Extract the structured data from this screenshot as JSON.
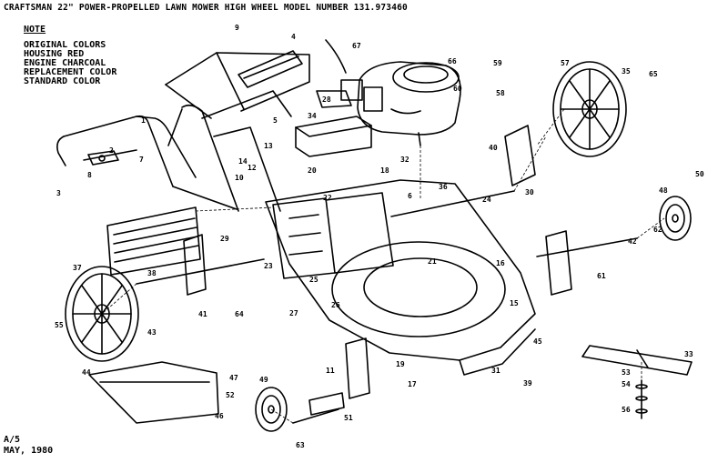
{
  "header": {
    "title": "CRAFTSMAN 22\" POWER-PROPELLED LAWN MOWER HIGH WHEEL MODEL NUMBER 131.973460"
  },
  "note": {
    "heading": "NOTE",
    "lines": [
      "ORIGINAL COLORS",
      "HOUSING RED",
      "ENGINE  CHARCOAL",
      "REPLACEMENT COLOR",
      "STANDARD COLOR"
    ]
  },
  "footer": {
    "line1": "A/5",
    "line2": "MAY, 1980"
  },
  "callouts": [
    "1",
    "2",
    "3",
    "4",
    "5",
    "6",
    "7",
    "8",
    "9",
    "10",
    "11",
    "12",
    "13",
    "14",
    "15",
    "16",
    "17",
    "18",
    "19",
    "20",
    "21",
    "22",
    "23",
    "24",
    "25",
    "26",
    "27",
    "28",
    "29",
    "30",
    "31",
    "32",
    "33",
    "34",
    "35",
    "36",
    "37",
    "38",
    "39",
    "40",
    "41",
    "42",
    "43",
    "44",
    "45",
    "46",
    "47",
    "48",
    "49",
    "50",
    "51",
    "52",
    "53",
    "54",
    "55",
    "56",
    "57",
    "58",
    "59",
    "60",
    "61",
    "62",
    "63",
    "64",
    "65",
    "66",
    "67"
  ],
  "colors": {
    "ink": "#000000",
    "paper": "#ffffff"
  }
}
